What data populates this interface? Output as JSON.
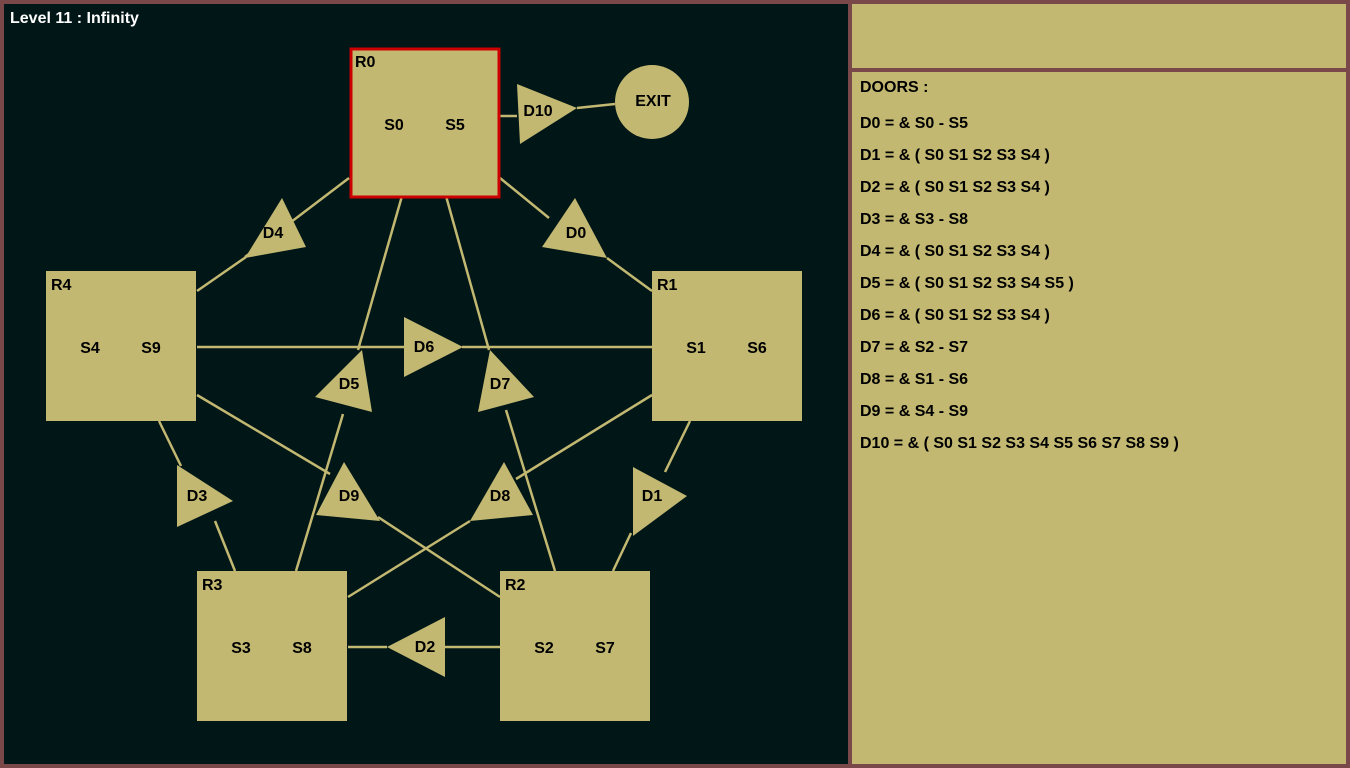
{
  "level_title": "Level 11 : Infinity",
  "colors": {
    "background": "#011616",
    "element": "#c2b872",
    "selected_border": "#cc0000",
    "frame": "#7a4848"
  },
  "rooms": [
    {
      "id": "R0",
      "label": "R0",
      "switches": [
        "S0",
        "S5"
      ],
      "selected": true
    },
    {
      "id": "R1",
      "label": "R1",
      "switches": [
        "S1",
        "S6"
      ],
      "selected": false
    },
    {
      "id": "R2",
      "label": "R2",
      "switches": [
        "S2",
        "S7"
      ],
      "selected": false
    },
    {
      "id": "R3",
      "label": "R3",
      "switches": [
        "S3",
        "S8"
      ],
      "selected": false
    },
    {
      "id": "R4",
      "label": "R4",
      "switches": [
        "S4",
        "S9"
      ],
      "selected": false
    }
  ],
  "doors": [
    "D0",
    "D1",
    "D2",
    "D3",
    "D4",
    "D5",
    "D6",
    "D7",
    "D8",
    "D9",
    "D10"
  ],
  "exit_label": "EXIT",
  "doors_panel": {
    "heading": "DOORS :",
    "rules": [
      "D0 = & S0 - S5",
      "D1 = & ( S0 S1 S2 S3 S4 )",
      "D2 = & ( S0 S1 S2 S3 S4 )",
      "D3 = & S3 - S8",
      "D4 = & ( S0 S1 S2 S3 S4 )",
      "D5 = & ( S0 S1 S2 S3 S4 S5 )",
      "D6 = & ( S0 S1 S2 S3 S4 )",
      "D7 = & S2 - S7",
      "D8 = & S1 - S6",
      "D9 = & S4 - S9",
      "D10 = & ( S0 S1 S2 S3 S4 S5 S6 S7 S8 S9 )"
    ]
  }
}
